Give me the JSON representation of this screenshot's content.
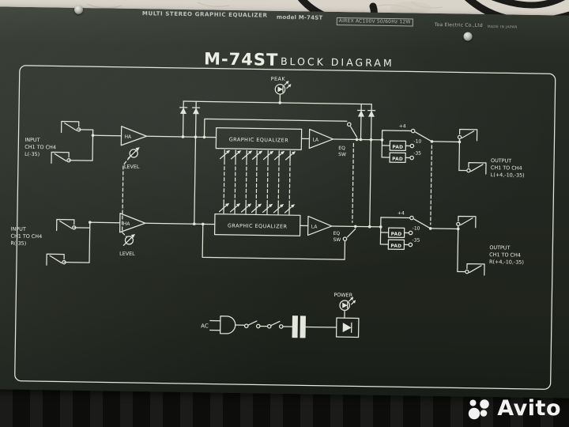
{
  "watermark": {
    "brand": "Avito"
  },
  "panel_header": {
    "product_line": "MULTI STEREO GRAPHIC EQUALIZER",
    "model": "model M-74ST",
    "rating": "AIREX AC100V 50/60Hz 12W",
    "manufacturer": "Toa Electric Co.,Ltd",
    "origin": "MADE IN JAPAN"
  },
  "diagram": {
    "title_model": "M-74ST",
    "title_text": "BLOCK DIAGRAM",
    "labels": {
      "peak": "PEAK",
      "power": "POWER",
      "ac": "AC",
      "ha": "HA",
      "la": "LA",
      "level": "LEVEL",
      "eq": "EQ",
      "sw": "SW",
      "graphic_equalizer": "GRAPHIC EQUALIZER",
      "pad": "PAD",
      "plus4": "+4",
      "minus10": "-10",
      "minus35": "-35"
    },
    "io": {
      "input_l": [
        "INPUT",
        "CH1 TO CH4",
        "L(-35)"
      ],
      "input_r": [
        "INPUT",
        "CH1 TO CH4",
        "R(-35)"
      ],
      "output_l": [
        "OUTPUT",
        "CH1 TO CH4",
        "L(+4,-10,-35)"
      ],
      "output_r": [
        "OUTPUT",
        "CH1 TO CH4",
        "R(+4,-10,-35)"
      ]
    },
    "colors": {
      "panel": "#272c25",
      "ink": "#e4e6db",
      "wallpaper": "#d9d4ca"
    }
  }
}
